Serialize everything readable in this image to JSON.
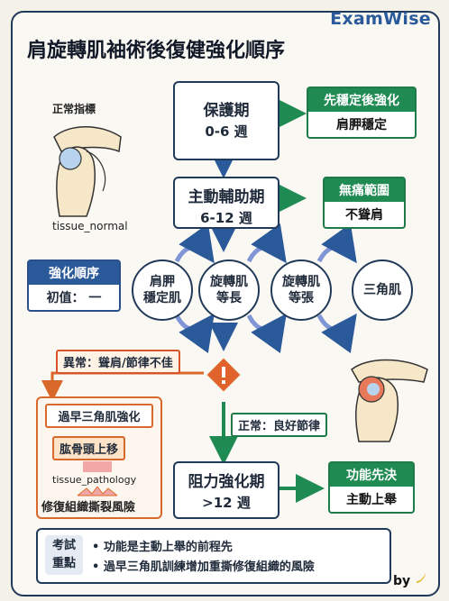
{
  "brand": "ExamWise",
  "title": "肩旋轉肌袖術後復健強化順序",
  "normal_caption": "正常指標",
  "normal_sub": "tissue_normal",
  "stage1": {
    "title": "保護期",
    "sub": "0-6 週"
  },
  "stage2": {
    "title": "主動輔助期",
    "sub": "6-12 週"
  },
  "stage3": {
    "title": "阻力強化期",
    "sub": ">12 週"
  },
  "note1": {
    "head": "先穩定後強化",
    "body": "肩胛穩定"
  },
  "note2": {
    "head": "無痛範圍",
    "body": "不聳肩"
  },
  "note3": {
    "head": "功能先決",
    "body": "主動上舉"
  },
  "order_card": {
    "head": "強化順序",
    "body": "初值： 一"
  },
  "sequence": [
    {
      "line1": "肩胛",
      "line2": "穩定肌"
    },
    {
      "line1": "旋轉肌",
      "line2": "等長"
    },
    {
      "line1": "旋轉肌",
      "line2": "等張"
    },
    {
      "line1": "三角肌",
      "line2": ""
    }
  ],
  "warning_tag": "異常：聳肩/節律不佳",
  "normal_tag": "正常：良好節律",
  "abnormal_box": {
    "head": "過早三角肌強化",
    "mid": "肱骨頭上移",
    "pathology": "tissue_pathology",
    "risk": "修復組織撕裂風險"
  },
  "exam": {
    "key": "考試 重點",
    "points": [
      "• 功能是主動上舉的前程先",
      "• 過早三角肌訓練增加重撕修復組織的風險"
    ]
  },
  "by": "by"
}
